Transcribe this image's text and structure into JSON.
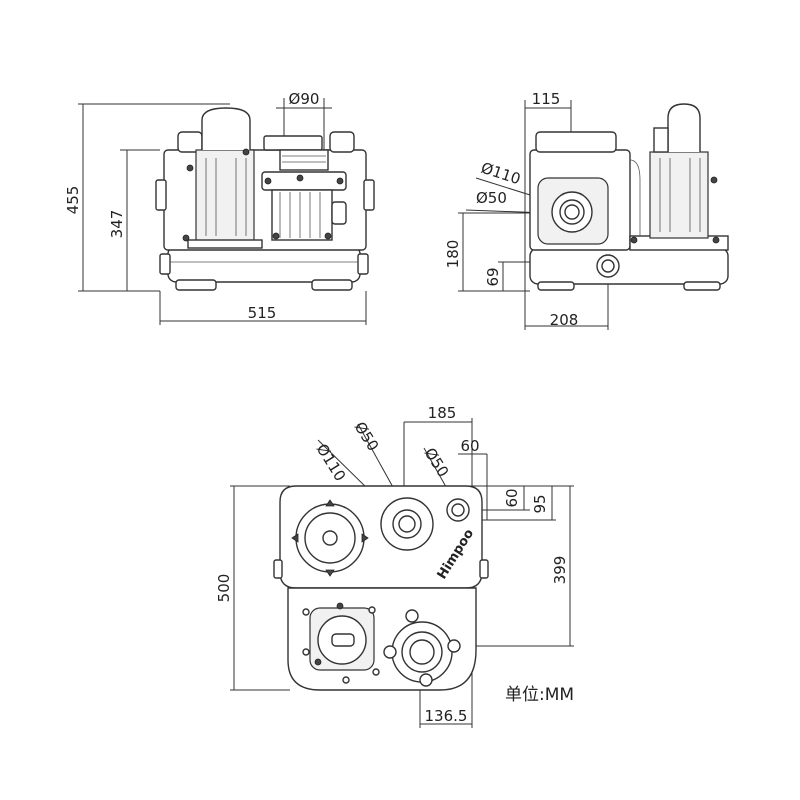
{
  "front_view": {
    "dim_height_total": "455",
    "dim_height_body": "347",
    "dim_width": "515",
    "dim_outlet_dia": "Ø90"
  },
  "side_view": {
    "dim_offset_top": "115",
    "dim_inlet_dia_large": "Ø110",
    "dim_inlet_dia_small": "Ø50",
    "dim_inlet_height": "180",
    "dim_low_inlet_height": "69",
    "dim_depth": "208"
  },
  "top_view": {
    "dim_inlet_offset_x": "185",
    "dim_small_inlet_offset_x": "60",
    "dim_small_inlet_offset_y": "60",
    "dim_inlet_offset_y": "95",
    "dim_inlet_dia_large": "Ø110",
    "dim_inlet_dia_small_a": "Ø50",
    "dim_inlet_dia_small_b": "Ø50",
    "dim_length": "500",
    "dim_center_depth": "399",
    "dim_outlet_offset": "136.5",
    "brand_logo": "Himpoo"
  },
  "unit_label": "单位:MM"
}
